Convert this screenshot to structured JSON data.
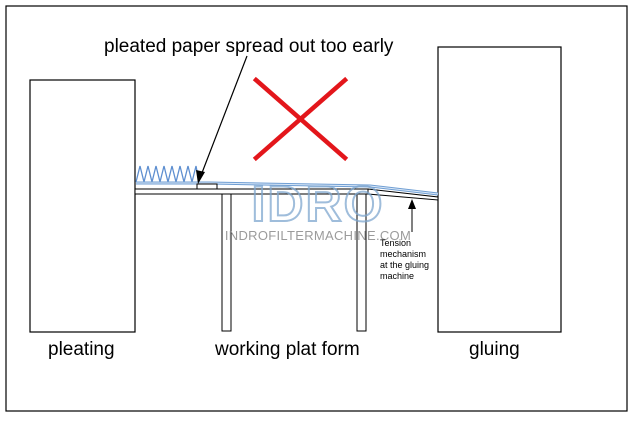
{
  "title": "pleated paper spread out too early",
  "labels": {
    "pleating": "pleating",
    "platform": "working plat form",
    "gluing": "gluing"
  },
  "tension_note": [
    "Tension",
    "mechanism",
    "at the gluing",
    "machine"
  ],
  "watermark": {
    "logo": "IDRO",
    "site": "INDROFILTERMACHINE.COM"
  },
  "colors": {
    "cross": "#e3161b",
    "paper": "#6f9ed3",
    "watermark": "#7fa7cf",
    "line": "#000000"
  }
}
